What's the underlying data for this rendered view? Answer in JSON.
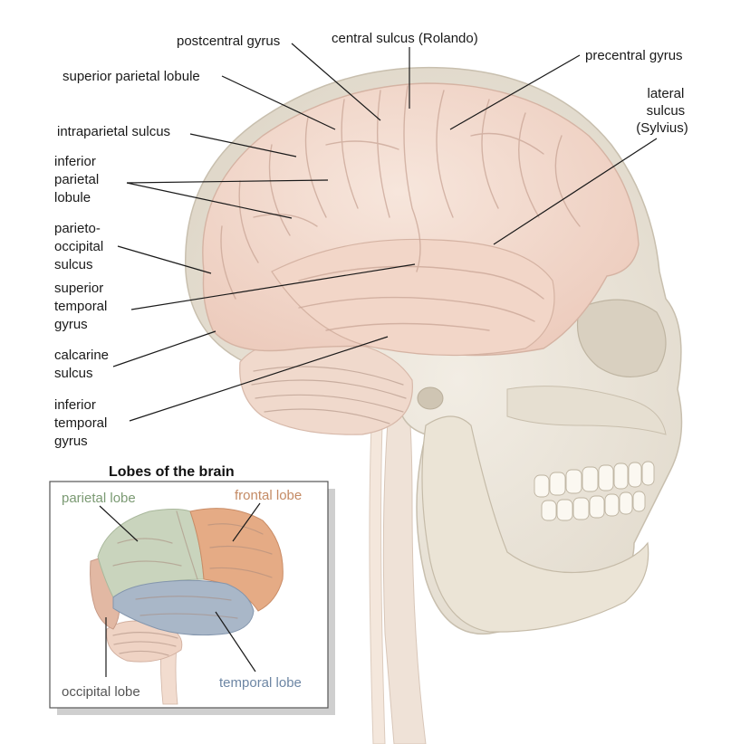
{
  "labels": {
    "postcentral_gyrus": "postcentral gyrus",
    "central_sulcus": "central sulcus (Rolando)",
    "precentral_gyrus": "precentral gyrus",
    "superior_parietal_lobule": "superior parietal lobule",
    "lateral_sulcus": [
      "lateral",
      "sulcus",
      "(Sylvius)"
    ],
    "intraparietal_sulcus": "intraparietal sulcus",
    "inferior_parietal_lobule": [
      "inferior",
      "parietal",
      "lobule"
    ],
    "parieto_occipital_sulcus": [
      "parieto-",
      "occipital",
      "sulcus"
    ],
    "superior_temporal_gyrus": [
      "superior",
      "temporal",
      "gyrus"
    ],
    "calcarine_sulcus": [
      "calcarine",
      "sulcus"
    ],
    "inferior_temporal_gyrus": [
      "inferior",
      "temporal",
      "gyrus"
    ]
  },
  "inset": {
    "title": "Lobes of the brain",
    "parietal": "parietal lobe",
    "frontal": "frontal lobe",
    "occipital": "occipital lobe",
    "temporal": "temporal lobe"
  },
  "colors": {
    "brain": "#f3dcd0",
    "skull": "#ece6da",
    "parietal_lobe": "#c9d4bd",
    "frontal_lobe": "#e5ab85",
    "occipital_lobe": "#e2b8a3",
    "temporal_lobe": "#a9b7c8",
    "label_parietal": "#7b9a73",
    "label_frontal": "#c48a64",
    "label_occipital": "#555555",
    "label_temporal": "#6d86a4"
  }
}
